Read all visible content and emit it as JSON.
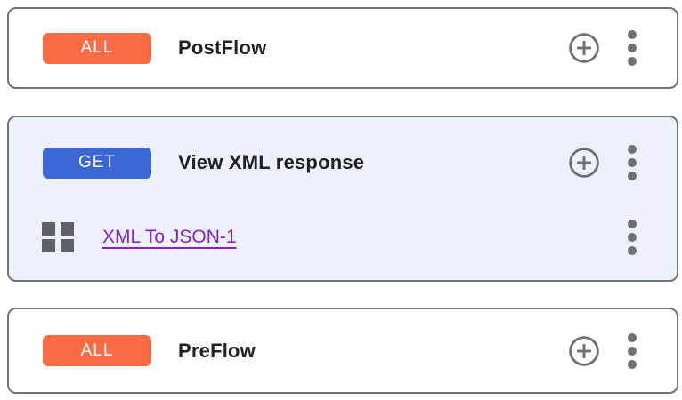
{
  "colors": {
    "card_border": "#737373",
    "selected_card_background": "#edf1fb",
    "badge_all_background": "#f96c46",
    "badge_get_background": "#3b67d4",
    "badge_text": "#ffffff",
    "flow_title_text": "#202124",
    "policy_link_text": "#8622c8",
    "icon_gray": "#6d7175",
    "policy_icon_gray": "#5e6268"
  },
  "icons": {
    "add": "circle-plus-icon",
    "more": "kebab-menu-icon",
    "policy": "grid-2x2-icon"
  },
  "cards": [
    {
      "id": "postflow",
      "badge": "ALL",
      "title": "PostFlow"
    },
    {
      "id": "view-xml-response",
      "badge": "GET",
      "title": "View XML response",
      "policy": {
        "name": "XML To JSON-1"
      }
    },
    {
      "id": "preflow",
      "badge": "ALL",
      "title": "PreFlow"
    }
  ]
}
